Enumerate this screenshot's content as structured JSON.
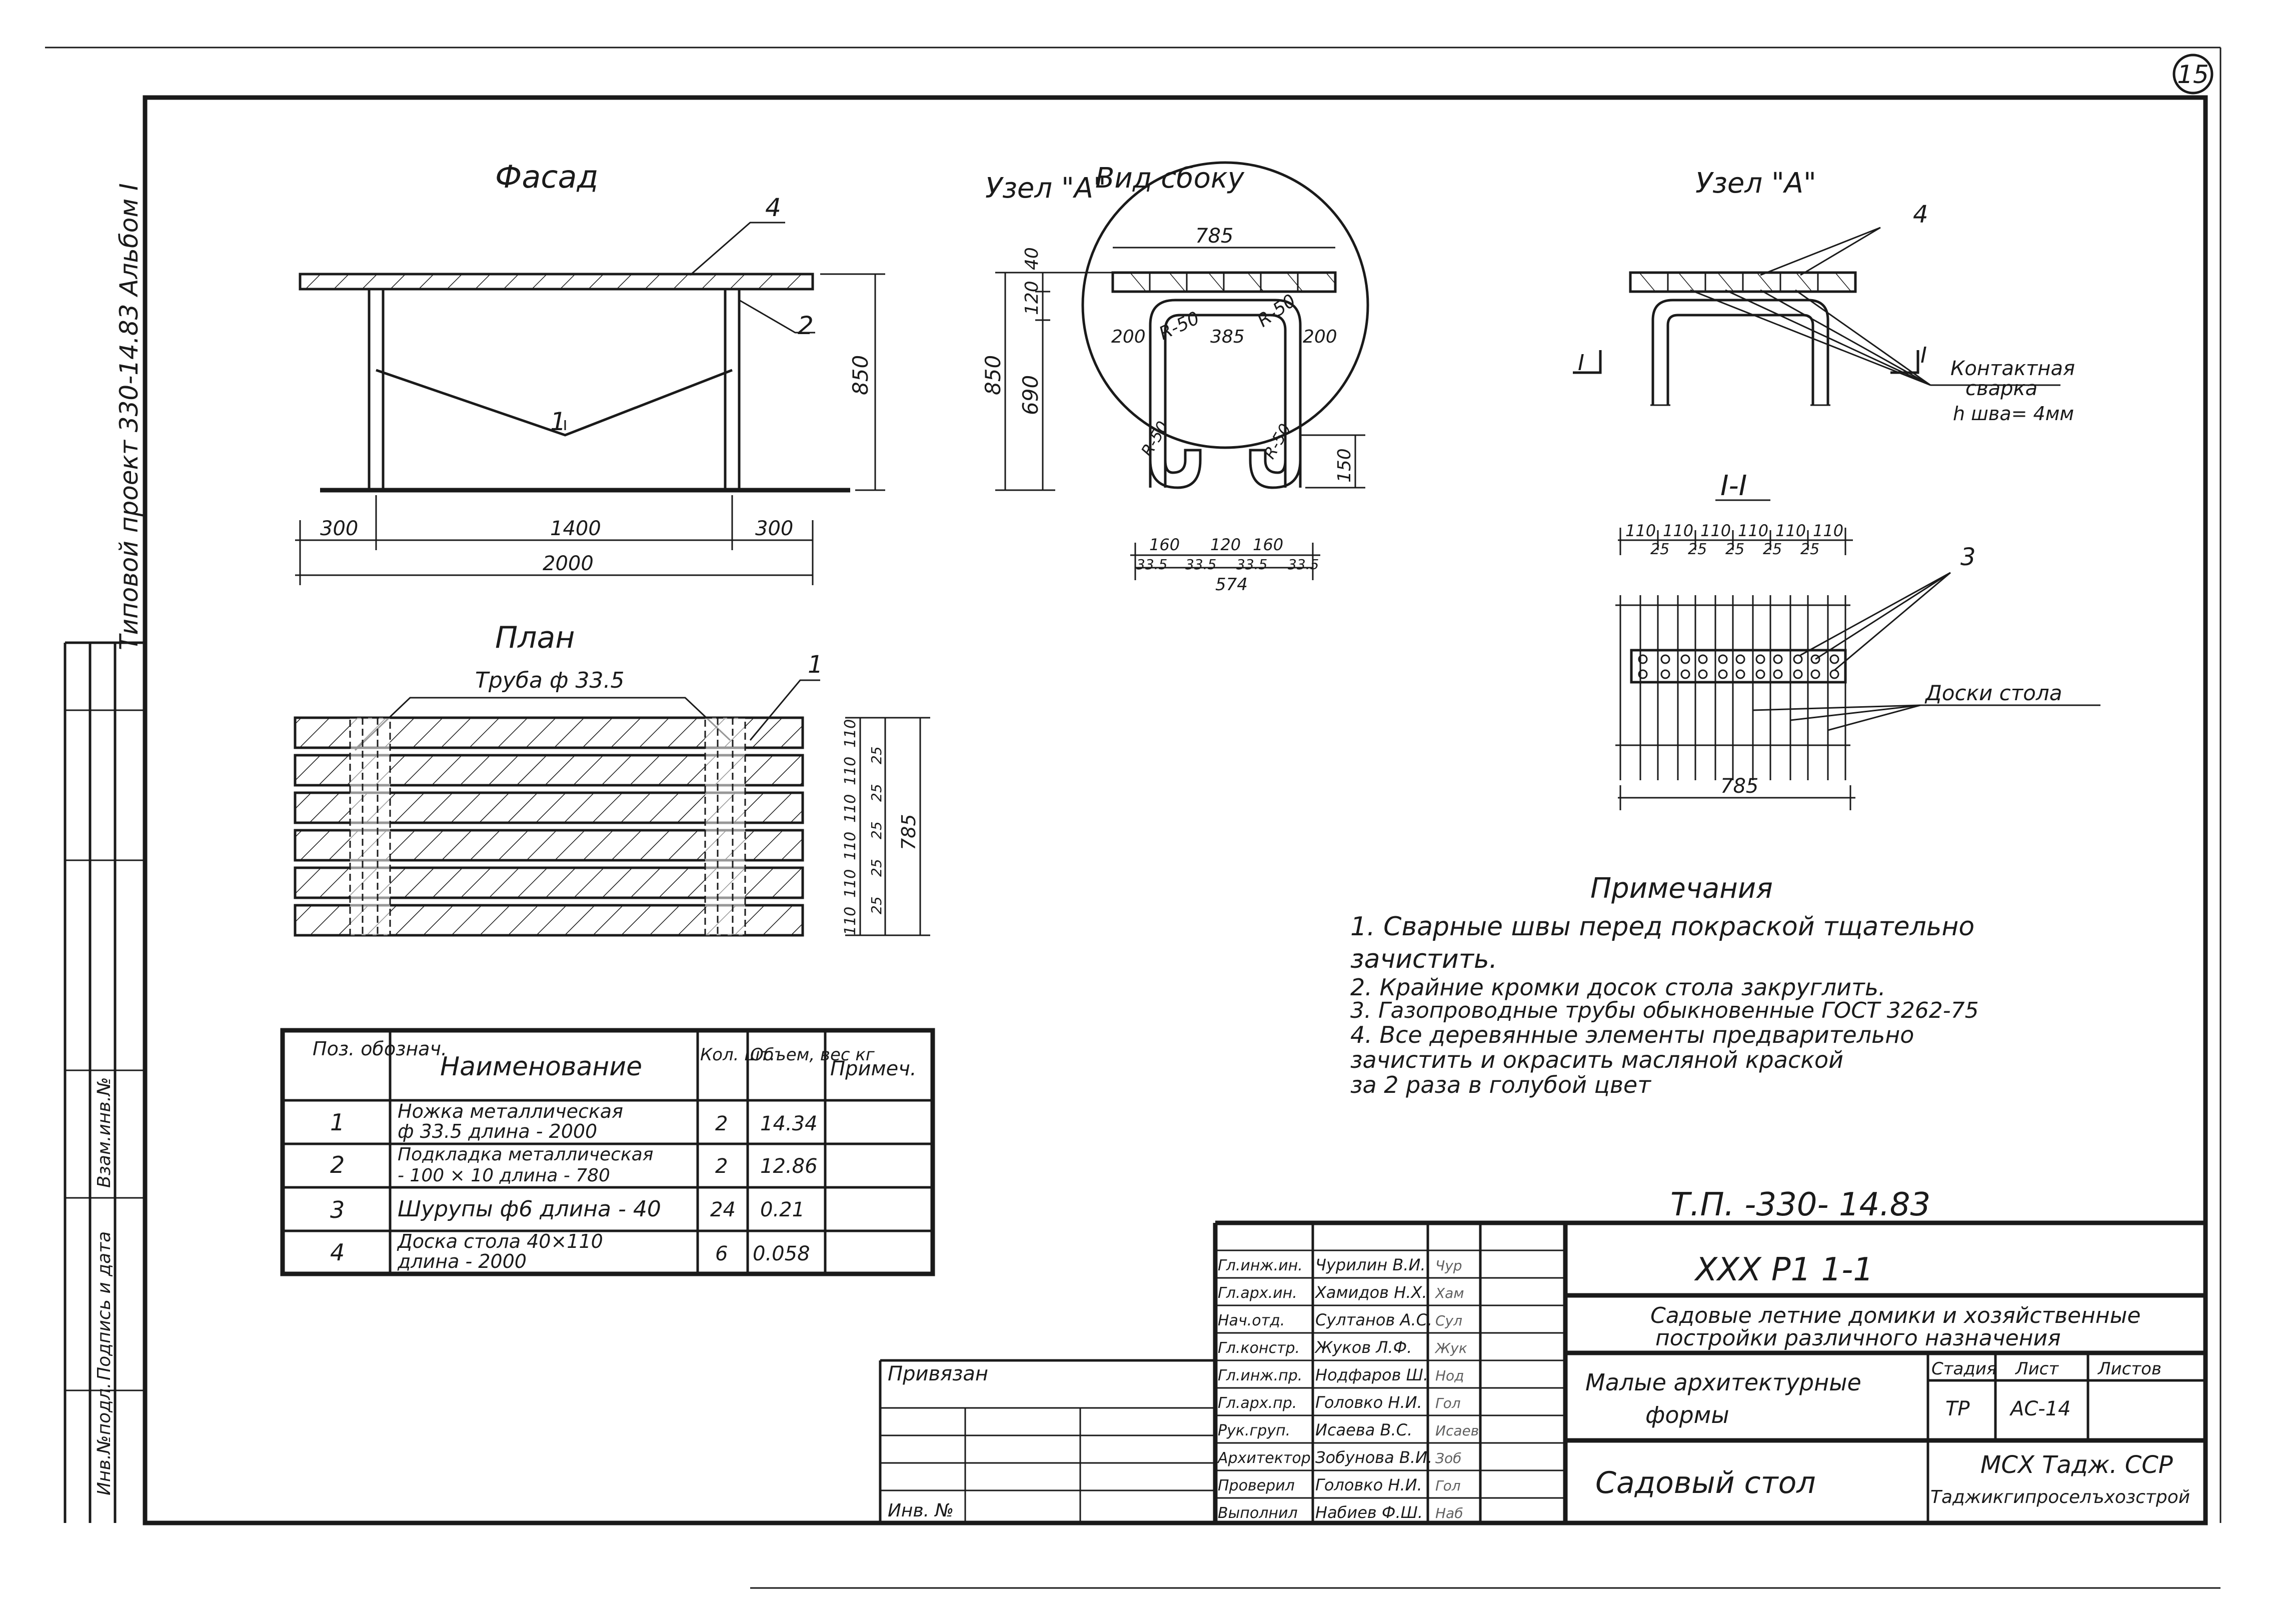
{
  "sheet_number": "15",
  "left_margin": {
    "project": "Типовой проект 330-14.83 Альбом I",
    "stamp_cols": [
      "Инв.№подл.",
      "Подпись и дата",
      "Взам.инв.№"
    ]
  },
  "facade": {
    "title": "Фасад",
    "pos_4": "4",
    "pos_2": "2",
    "pos_1": "1",
    "dim_300a": "300",
    "dim_1400": "1400",
    "dim_300b": "300",
    "dim_2000": "2000",
    "dim_850": "850"
  },
  "node_a_side": {
    "title": "Узел \"А\"",
    "subtitle": "Вид сбоку",
    "dim_785": "785",
    "dim_200a": "200",
    "dim_r50a": "R-50",
    "dim_385": "385",
    "dim_r50b": "R-50",
    "dim_200b": "200",
    "dim_40": "40",
    "dim_120": "120",
    "dim_850": "850",
    "dim_690": "690",
    "dim_150": "150",
    "dim_r50c": "R-50",
    "dim_r50d": "R-50",
    "dim_160a": "160",
    "dim_120b": "120",
    "dim_160b": "160",
    "dim_335": [
      "33.5",
      "33.5",
      "33.5",
      "33.5"
    ],
    "dim_574": "574"
  },
  "node_a": {
    "title": "Узел \"А\"",
    "pos_4": "4",
    "sec_mark": "I",
    "weld_1": "Контактная",
    "weld_2": "сварка",
    "weld_3": "h шва= 4мм"
  },
  "section": {
    "title": "I-I",
    "top_dims": [
      "110",
      "110",
      "110",
      "110",
      "110",
      "110"
    ],
    "bot_dims": [
      "25",
      "25",
      "25",
      "25",
      "25"
    ],
    "pos_3": "3",
    "boards_label": "Доски стола",
    "dim_785": "785"
  },
  "plan": {
    "title": "План",
    "pipe_label": "Труба ф 33.5",
    "pos_1": "1",
    "dim_110": [
      "110",
      "110",
      "110",
      "110",
      "110",
      "110"
    ],
    "dim_25": [
      "25",
      "25",
      "25",
      "25",
      "25"
    ],
    "dim_785": "785"
  },
  "notes": {
    "title": "Примечания",
    "lines": [
      "1. Сварные швы перед покраской тщательно",
      "зачистить.",
      "2. Крайние кромки досок стола закруглить.",
      "3. Газопроводные трубы обыкновенные ГОСТ 3262-75",
      "4. Все деревянные элементы предварительно",
      "зачистить и окрасить масляной краской",
      "за 2 раза в голубой цвет"
    ]
  },
  "spec_table": {
    "headers": [
      "Поз. обознач.",
      "Наименование",
      "Кол. шт.",
      "Объем, вес кг",
      "Примеч."
    ],
    "rows": [
      {
        "pos": "1",
        "name": [
          "Ножка металлическая",
          "ф 33.5 длина - 2000"
        ],
        "qty": "2",
        "vol": "14.34",
        "note": ""
      },
      {
        "pos": "2",
        "name": [
          "Подкладка металлическая",
          "- 100 × 10 длина - 780"
        ],
        "qty": "2",
        "vol": "12.86",
        "note": ""
      },
      {
        "pos": "3",
        "name": [
          "Шурупы ф6 длина - 40"
        ],
        "qty": "24",
        "vol": "0.21",
        "note": ""
      },
      {
        "pos": "4",
        "name": [
          "Доска стола 40×110",
          "длина - 2000"
        ],
        "qty": "6",
        "vol": "0.058",
        "note": ""
      }
    ]
  },
  "title_block": {
    "code": "Т.П. -330- 14.83",
    "series": "ХХХ Р1 1-1",
    "subject": [
      "Садовые летние домики и хозяйственные",
      "постройки различного назначения"
    ],
    "section_name": [
      "Малые архитектурные",
      "формы"
    ],
    "sheet_name": "Садовый стол",
    "stage_hdr": "Стадия",
    "sheet_hdr": "Лист",
    "sheets_hdr": "Листов",
    "stage": "ТР",
    "sheet": "АС-14",
    "org": [
      "МСХ Тадж. ССР",
      "Таджикгипроселъхозстрой"
    ],
    "privyazan": "Привязан",
    "inv": "Инв. №",
    "staff": [
      {
        "role": "Гл.инж.ин.",
        "name": "Чурилин В.И."
      },
      {
        "role": "Гл.арх.ин.",
        "name": "Хамидов Н.Х."
      },
      {
        "role": "Нач.отд.",
        "name": "Султанов А.С."
      },
      {
        "role": "Гл.констр.",
        "name": "Жуков Л.Ф."
      },
      {
        "role": "Гл.инж.пр.",
        "name": "Нодфаров Ш."
      },
      {
        "role": "Гл.арх.пр.",
        "name": "Головко Н.И."
      },
      {
        "role": "Рук.груп.",
        "name": "Исаева В.С."
      },
      {
        "role": "Архитектор",
        "name": "Зобунова В.И."
      },
      {
        "role": "Проверил",
        "name": "Головко Н.И."
      },
      {
        "role": "Выполнил",
        "name": "Набиев Ф.Ш."
      }
    ],
    "signatures": [
      "Чур",
      "Хам",
      "Сул",
      "Жук",
      "Нод",
      "Гол",
      "Исаев",
      "Зоб",
      "Гол",
      "Наб"
    ]
  }
}
